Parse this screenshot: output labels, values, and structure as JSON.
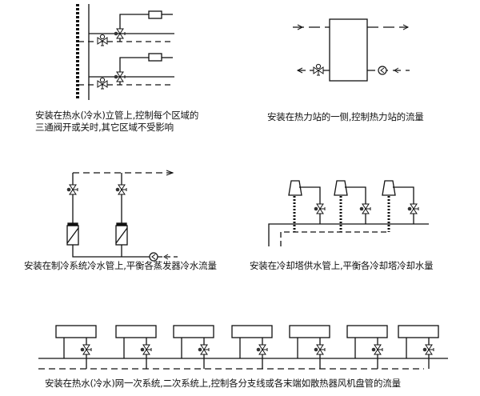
{
  "panels": [
    {
      "id": "riser",
      "caption_lines": [
        "安装在热水(冷水)立管上,控制每个区域的",
        "三通阀开或关时,其它区域不受影响"
      ]
    },
    {
      "id": "heat-station",
      "caption_lines": [
        "安装在热力站的一侧,控制热力站的流量"
      ]
    },
    {
      "id": "chiller",
      "caption_lines": [
        "安装在制冷系统冷水管上,平衡各蒸发器冷水流量"
      ]
    },
    {
      "id": "cooling-tower",
      "caption_lines": [
        "安装在冷却塔供水管上,平衡各冷却塔冷却水量"
      ]
    },
    {
      "id": "network",
      "caption_lines": [
        "安装在热水(冷水)网一次系统,二次系统上,控制各分支线或各末端如散热器风机盘管的流量"
      ]
    }
  ],
  "colors": {
    "line": "#111111",
    "background": "#ffffff"
  }
}
